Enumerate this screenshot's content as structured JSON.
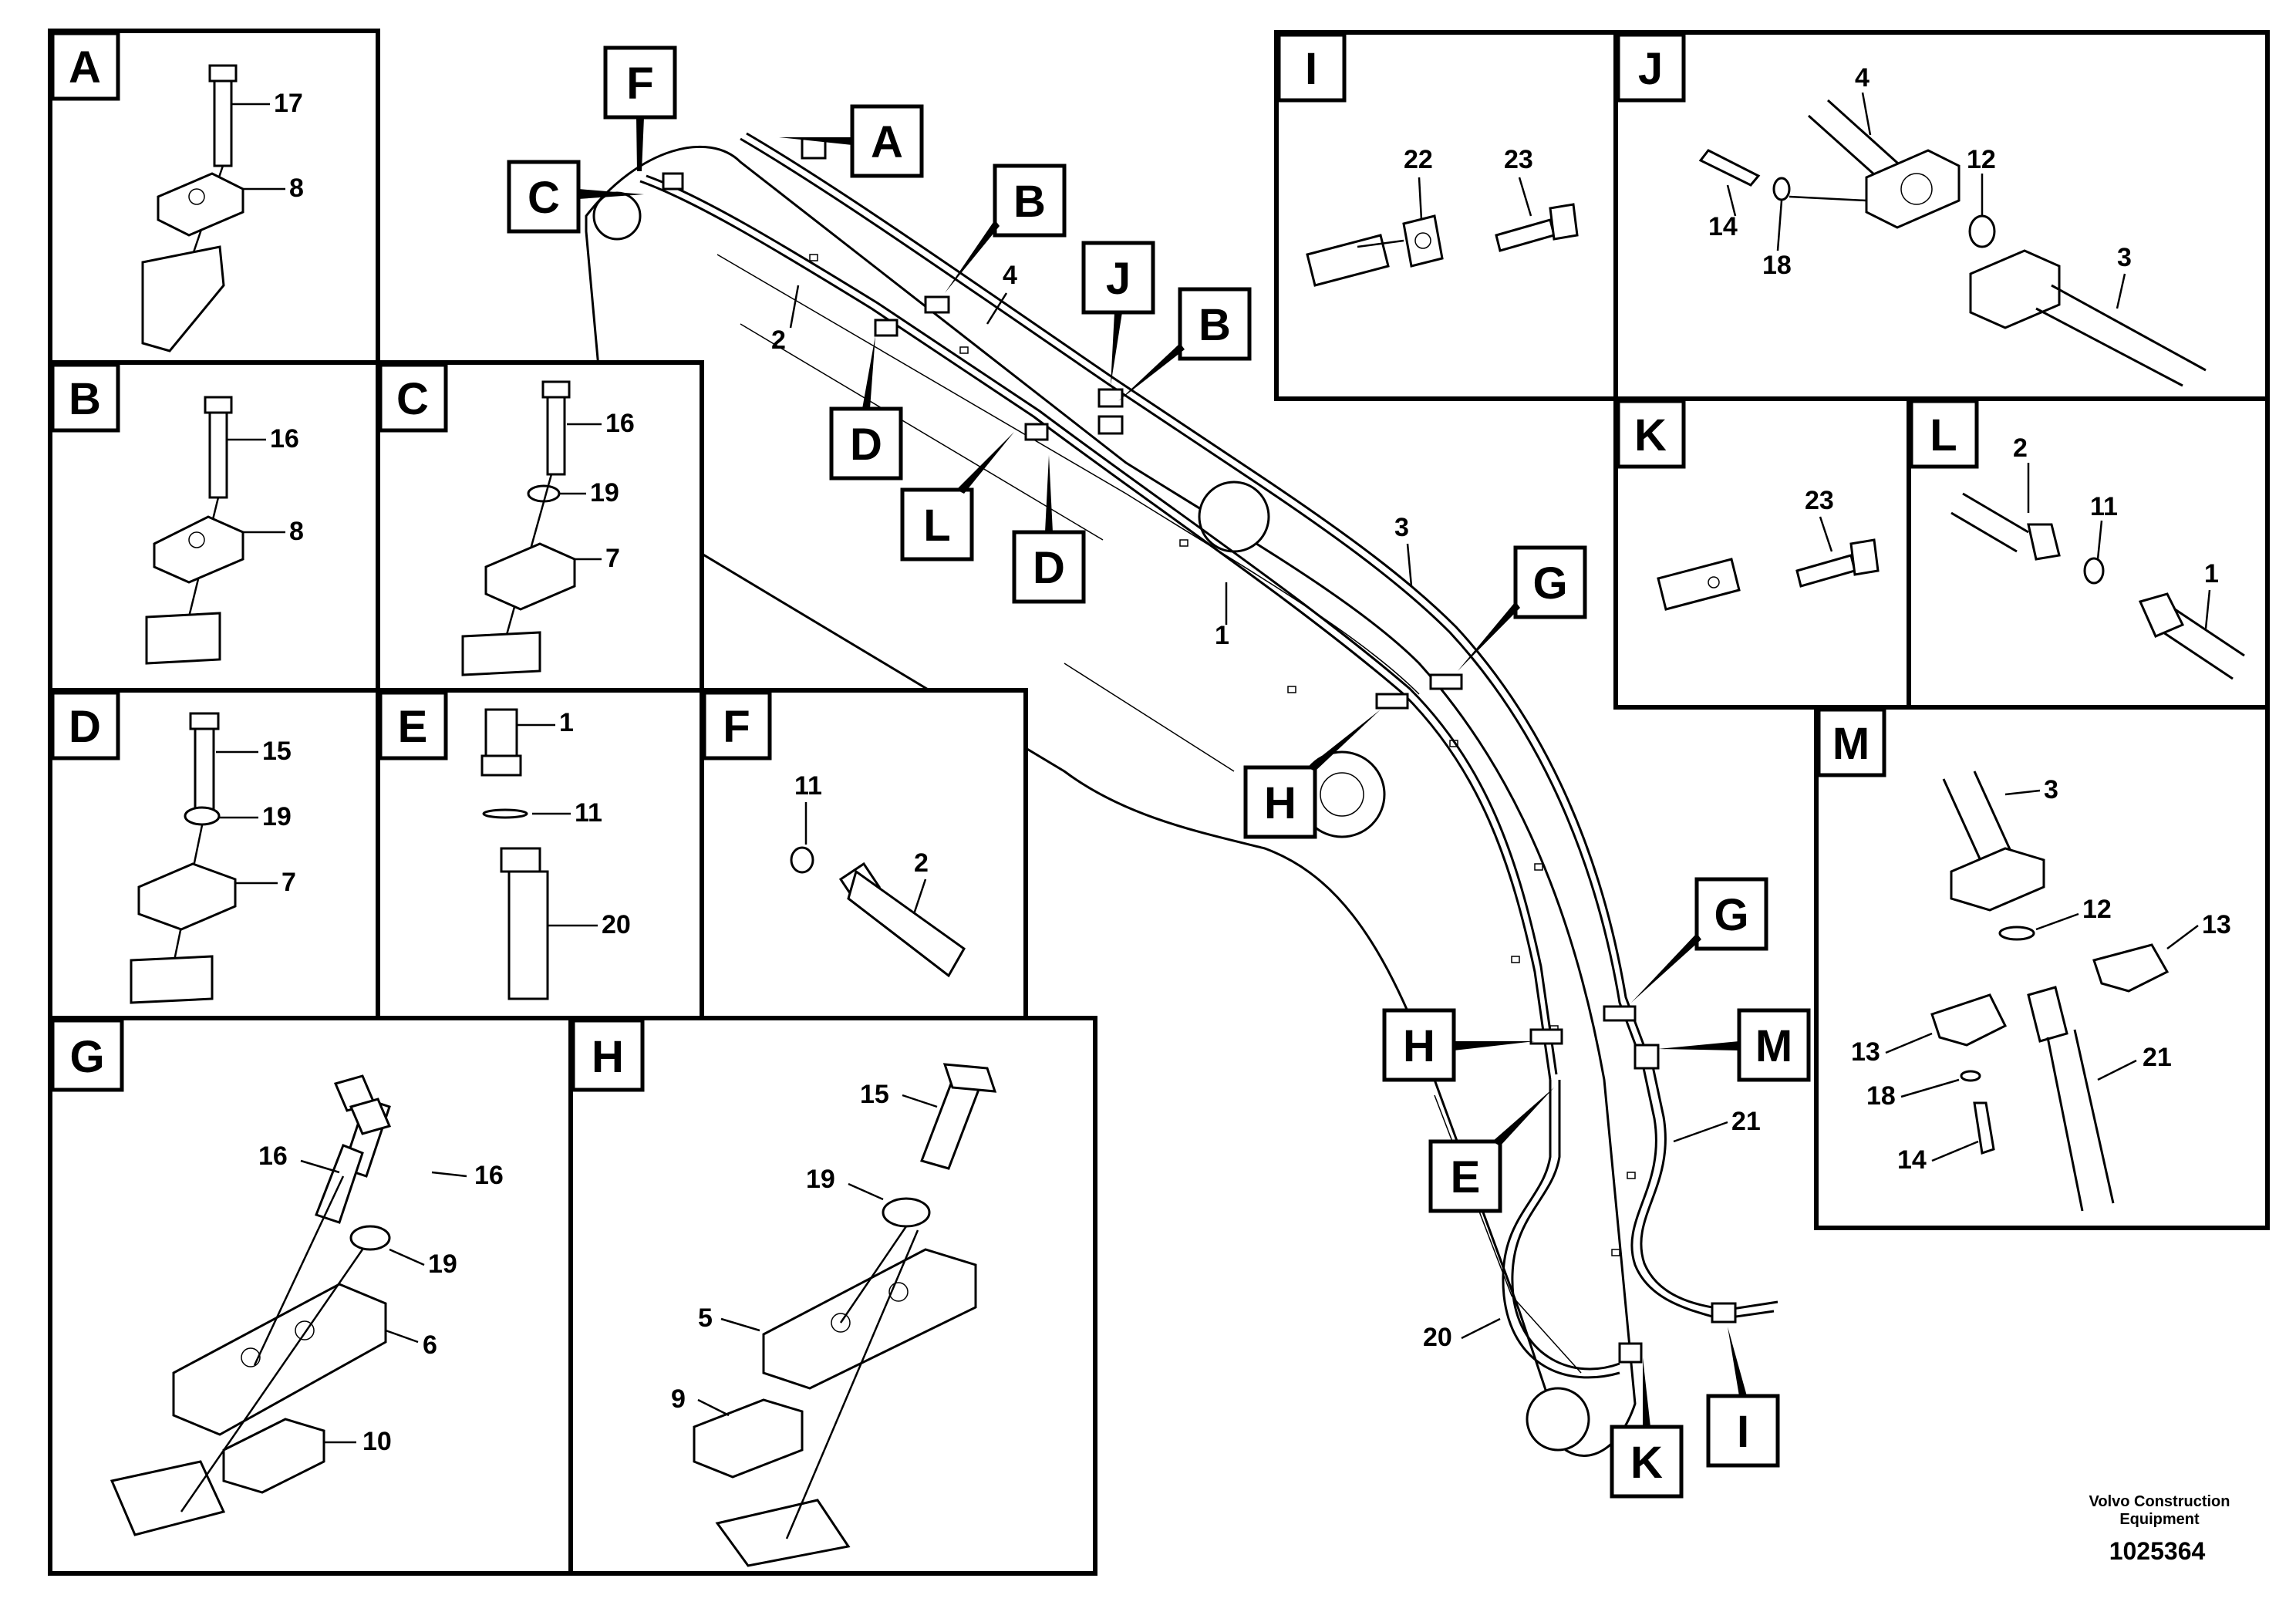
{
  "panels": {
    "A": {
      "tag": "A",
      "parts": [
        "17",
        "8"
      ]
    },
    "B": {
      "tag": "B",
      "parts": [
        "16",
        "8"
      ]
    },
    "C": {
      "tag": "C",
      "parts": [
        "16",
        "19",
        "7"
      ]
    },
    "D": {
      "tag": "D",
      "parts": [
        "15",
        "19",
        "7"
      ]
    },
    "E": {
      "tag": "E",
      "parts": [
        "1",
        "11",
        "20"
      ]
    },
    "F": {
      "tag": "F",
      "parts": [
        "11",
        "2"
      ]
    },
    "G": {
      "tag": "G",
      "parts": [
        "16",
        "16",
        "19",
        "6",
        "10"
      ]
    },
    "H": {
      "tag": "H",
      "parts": [
        "15",
        "19",
        "5",
        "9"
      ]
    },
    "I": {
      "tag": "I",
      "parts": [
        "22",
        "23"
      ]
    },
    "J": {
      "tag": "J",
      "parts": [
        "4",
        "12",
        "14",
        "18",
        "3"
      ]
    },
    "K": {
      "tag": "K",
      "parts": [
        "23"
      ]
    },
    "L": {
      "tag": "L",
      "parts": [
        "2",
        "11",
        "1"
      ]
    },
    "M": {
      "tag": "M",
      "parts": [
        "3",
        "12",
        "13",
        "13",
        "18",
        "21",
        "14"
      ]
    }
  },
  "main": {
    "callouts": [
      "F",
      "A",
      "C",
      "B",
      "J",
      "B",
      "D",
      "L",
      "D",
      "G",
      "H",
      "G",
      "H",
      "M",
      "E",
      "K",
      "I"
    ],
    "parts": [
      "2",
      "4",
      "3",
      "1",
      "21",
      "20"
    ]
  },
  "footer": {
    "company_line1": "Volvo Construction",
    "company_line2": "Equipment",
    "drawing_number": "1025364"
  }
}
